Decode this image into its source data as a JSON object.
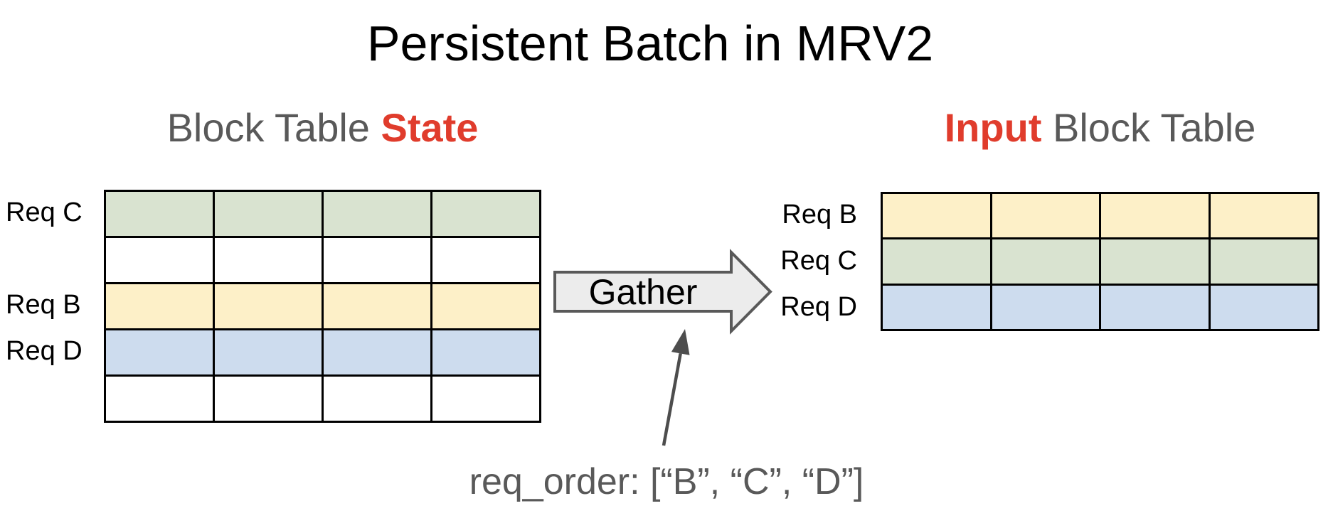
{
  "title": "Persistent Batch in MRV2",
  "left_table": {
    "heading_prefix": "Block Table ",
    "heading_highlight": "State",
    "columns": 4,
    "rows": [
      {
        "label": "Req C",
        "color": "green"
      },
      {
        "label": "",
        "color": "white"
      },
      {
        "label": "Req B",
        "color": "yellow"
      },
      {
        "label": "Req D",
        "color": "blue"
      },
      {
        "label": "",
        "color": "white"
      }
    ]
  },
  "right_table": {
    "heading_highlight": "Input",
    "heading_suffix": " Block Table",
    "columns": 4,
    "rows": [
      {
        "label": "Req B",
        "color": "yellow"
      },
      {
        "label": "Req C",
        "color": "green"
      },
      {
        "label": "Req D",
        "color": "blue"
      }
    ]
  },
  "gather_arrow": {
    "label": "Gather"
  },
  "annotation": {
    "text": "req_order: [“B”, “C”, “D”]"
  },
  "colors": {
    "title_text": "#000000",
    "heading_gray": "#595959",
    "highlight_red": "#e03c2c",
    "row_green": "#d9e3d0",
    "row_yellow": "#fdf0c8",
    "row_blue": "#cddcee",
    "row_white": "#ffffff",
    "table_border": "#000000",
    "gather_fill": "#ececec",
    "gather_stroke": "#595959",
    "annotation_arrow": "#4d4d4d"
  }
}
